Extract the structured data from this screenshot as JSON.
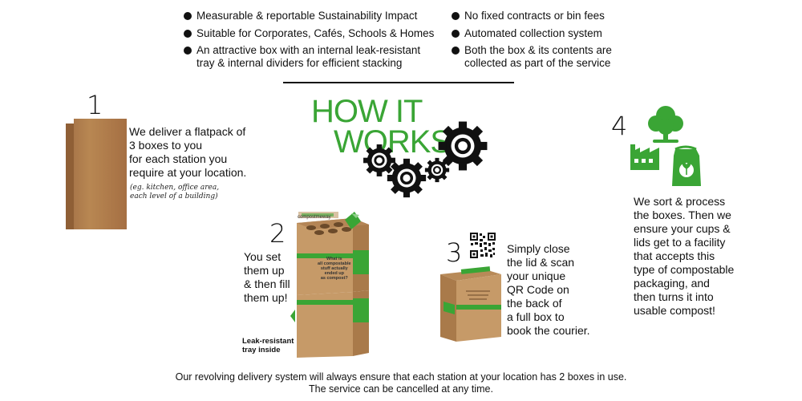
{
  "bullets_left": [
    "Measurable & reportable Sustainability Impact",
    "Suitable for Corporates, Cafés, Schools & Homes",
    "An attractive box with an internal leak-resistant",
    "tray & internal dividers for efficient stacking"
  ],
  "bullets_right": [
    "No fixed contracts or bin fees",
    "Automated collection system",
    "Both the box & its contents are",
    "collected as part of the service"
  ],
  "title": {
    "line1": "HOW IT",
    "line2": "WORKS"
  },
  "step1": {
    "number": "1",
    "lines": [
      "We deliver a flatpack of",
      "3 boxes  to you",
      "for each station you",
      "require at your location."
    ],
    "note": [
      "(eg. kitchen, office area,",
      "each level of a building)"
    ]
  },
  "step2": {
    "number": "2",
    "lines": [
      "You set",
      "them up",
      "& then fill",
      "them up!"
    ],
    "leak_label": [
      "Leak-resistant",
      "tray inside"
    ],
    "box_brand": "compostmeway",
    "box_question": [
      "What is",
      "all compostable",
      "stuff actually",
      "ended up",
      "as compost?"
    ]
  },
  "step3": {
    "number": "3",
    "lines": [
      "Simply close",
      "the lid & scan",
      "your unique",
      "QR Code on",
      "the back of",
      "a full box to",
      "book the courier."
    ]
  },
  "step4": {
    "number": "4",
    "lines": [
      "We sort & process",
      "the boxes. Then we",
      "ensure your cups &",
      "lids get to a facility",
      "that accepts this",
      "type of compostable",
      "packaging, and",
      "then turns it into",
      "usable compost!"
    ]
  },
  "footer": {
    "line1": "Our revolving delivery system will always ensure that each station at your location has 2 boxes in use.",
    "line2": "The service can be cancelled at any time."
  },
  "colors": {
    "green": "#3aa535",
    "dark": "#111111",
    "cardboard": "#b08050"
  }
}
